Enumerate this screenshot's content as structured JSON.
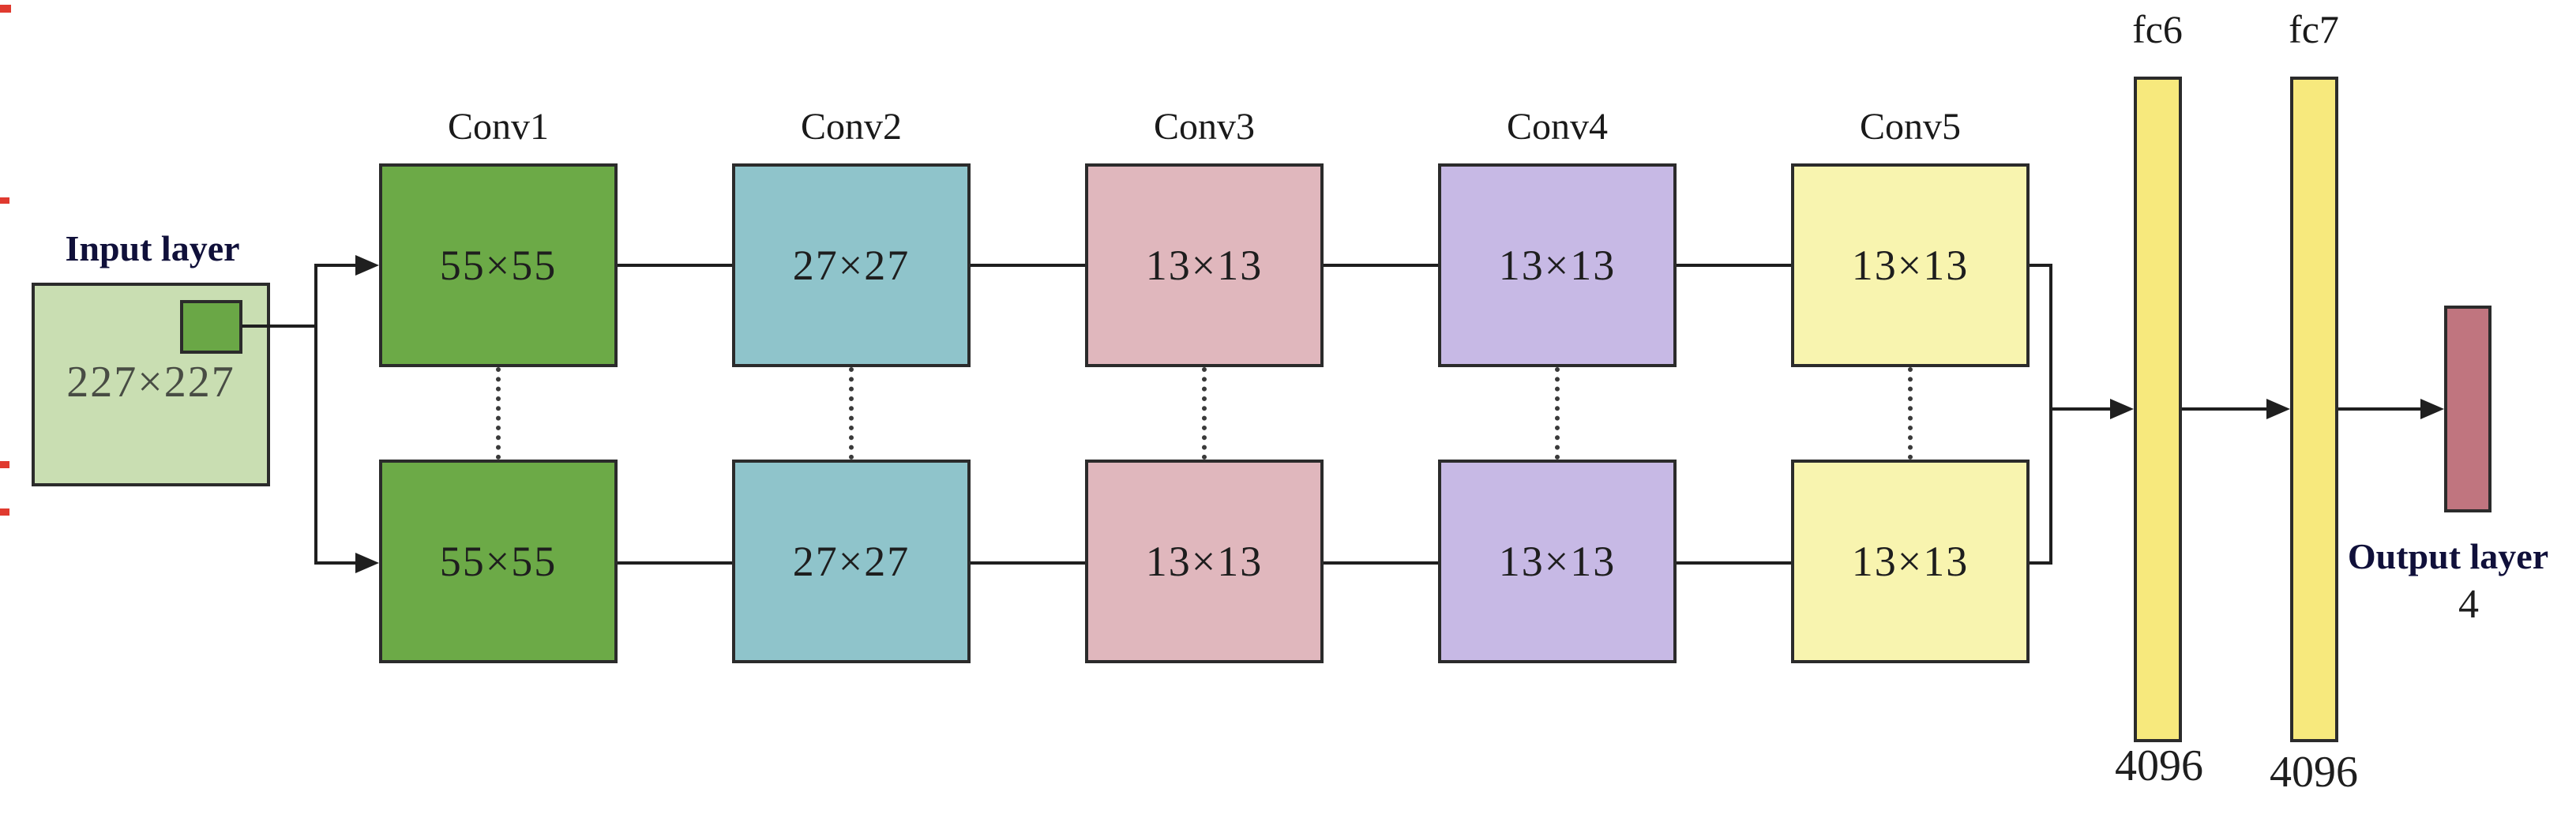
{
  "diagram": {
    "input": {
      "label": "Input layer",
      "size": "227×227",
      "color": "#c9deb2",
      "patch_color": "#6aa746"
    },
    "conv_layers": [
      {
        "label": "Conv1",
        "size": "55×55",
        "color": "#6caa47"
      },
      {
        "label": "Conv2",
        "size": "27×27",
        "color": "#8fc4cb"
      },
      {
        "label": "Conv3",
        "size": "13×13",
        "color": "#e0b7bd"
      },
      {
        "label": "Conv4",
        "size": "13×13",
        "color": "#c7b9e5"
      },
      {
        "label": "Conv5",
        "size": "13×13",
        "color": "#f8f4af"
      }
    ],
    "fc_layers": [
      {
        "label": "fc6",
        "units": "4096",
        "color": "#f7e97d"
      },
      {
        "label": "fc7",
        "units": "4096",
        "color": "#f7e97d"
      }
    ],
    "output": {
      "label": "Output layer",
      "units": "4",
      "color": "#c0757f"
    }
  }
}
